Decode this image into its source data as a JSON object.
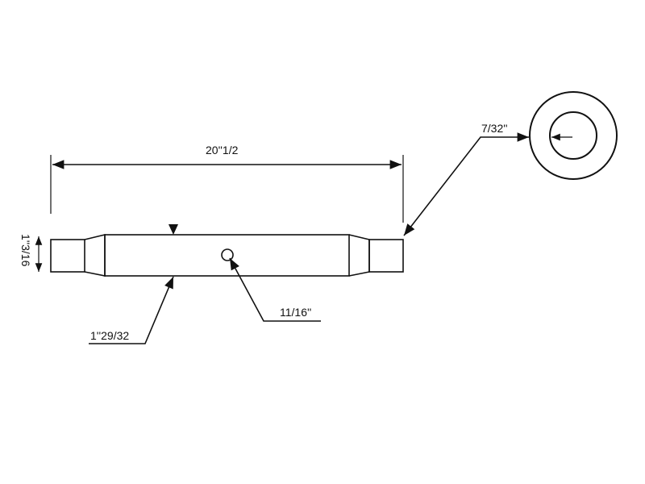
{
  "dimensions": {
    "overall_length": "20''1/2",
    "end_diameter": "1''3/16",
    "body_diameter": "1''29/32",
    "hole_diameter": "11/16''",
    "wall_thickness": "7/32''"
  },
  "colors": {
    "line": "#111111",
    "background": "#ffffff"
  }
}
